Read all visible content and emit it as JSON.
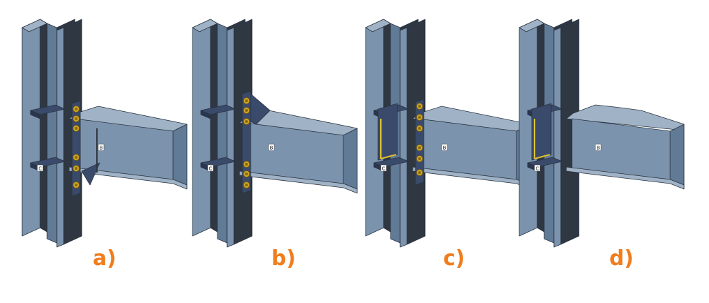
{
  "colors": {
    "steel_light": "#7b93ad",
    "steel_mid": "#617a96",
    "steel_dark": "#2f3743",
    "steel_edge": "#2a3440",
    "plate_navy": "#3a4a6a",
    "bolt_gold": "#c9a227",
    "weld_yellow": "#e0c030",
    "caption_orange": "#f07d1e"
  },
  "panels": [
    {
      "id": "a",
      "caption": "a)",
      "column_tag": "C",
      "beam_tag": "B",
      "connection": "extended-end-plate-with-haunch"
    },
    {
      "id": "b",
      "caption": "b)",
      "column_tag": "C",
      "beam_tag": "B",
      "connection": "extended-end-plate-with-stiffener"
    },
    {
      "id": "c",
      "caption": "c)",
      "column_tag": "C",
      "beam_tag": "B",
      "connection": "flush-end-plate-with-web-plate"
    },
    {
      "id": "d",
      "caption": "d)",
      "column_tag": "C",
      "beam_tag": "B",
      "connection": "welded-reduced-beam-section"
    }
  ]
}
